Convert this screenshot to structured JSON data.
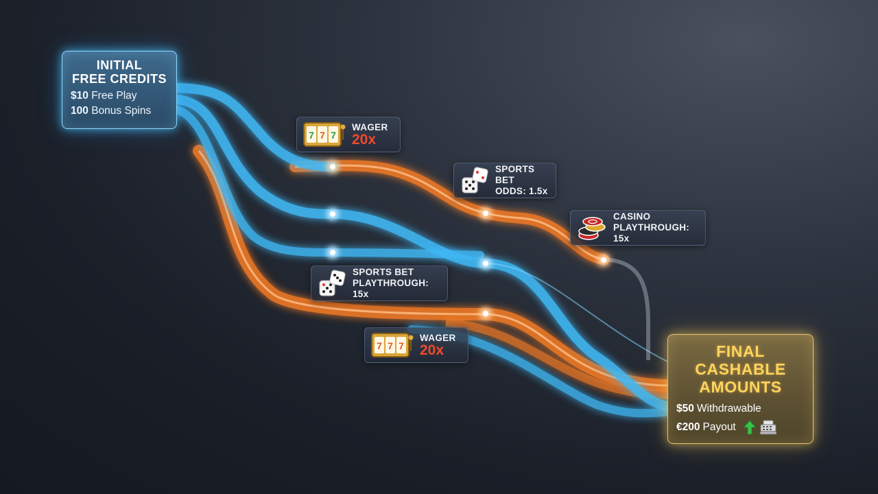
{
  "start": {
    "title_line1": "INITIAL",
    "title_line2": "FREE CREDITS",
    "line1_amount": "$10",
    "line1_label": "Free Play",
    "line2_amount": "100",
    "line2_label": "Bonus Spins"
  },
  "stages": [
    {
      "id": "wager-top",
      "icon": "slot-machine-icon",
      "line1": "WAGER",
      "big": "20x"
    },
    {
      "id": "sports-odds",
      "icon": "dice-icon",
      "line1": "SPORTS BET",
      "line2": "ODDS: 1.5x"
    },
    {
      "id": "casino",
      "icon": "casino-chips-icon",
      "line1": "CASINO",
      "line2": "PLAYTHROUGH: 15x"
    },
    {
      "id": "sports-playthrough",
      "icon": "dice-icon",
      "line1": "SPORTS BET",
      "line2": "PLAYTHROUGH: 15x"
    },
    {
      "id": "wager-bottom",
      "icon": "slot-machine-icon",
      "line1": "WAGER",
      "big": "20x"
    }
  ],
  "final": {
    "title_line1": "FINAL",
    "title_line2": "CASHABLE",
    "title_line3": "AMOUNTS",
    "line1_amount": "$50",
    "line1_label": "Withdrawable",
    "line2_amount": "€200",
    "line2_label": "Payout",
    "icons": [
      "green-up-arrow-icon",
      "cash-register-icon"
    ]
  },
  "colors": {
    "blue_flow": "#3fb8f5",
    "orange_flow": "#f07a25",
    "gold": "#ffd45c",
    "accent_red": "#f04a2c"
  }
}
